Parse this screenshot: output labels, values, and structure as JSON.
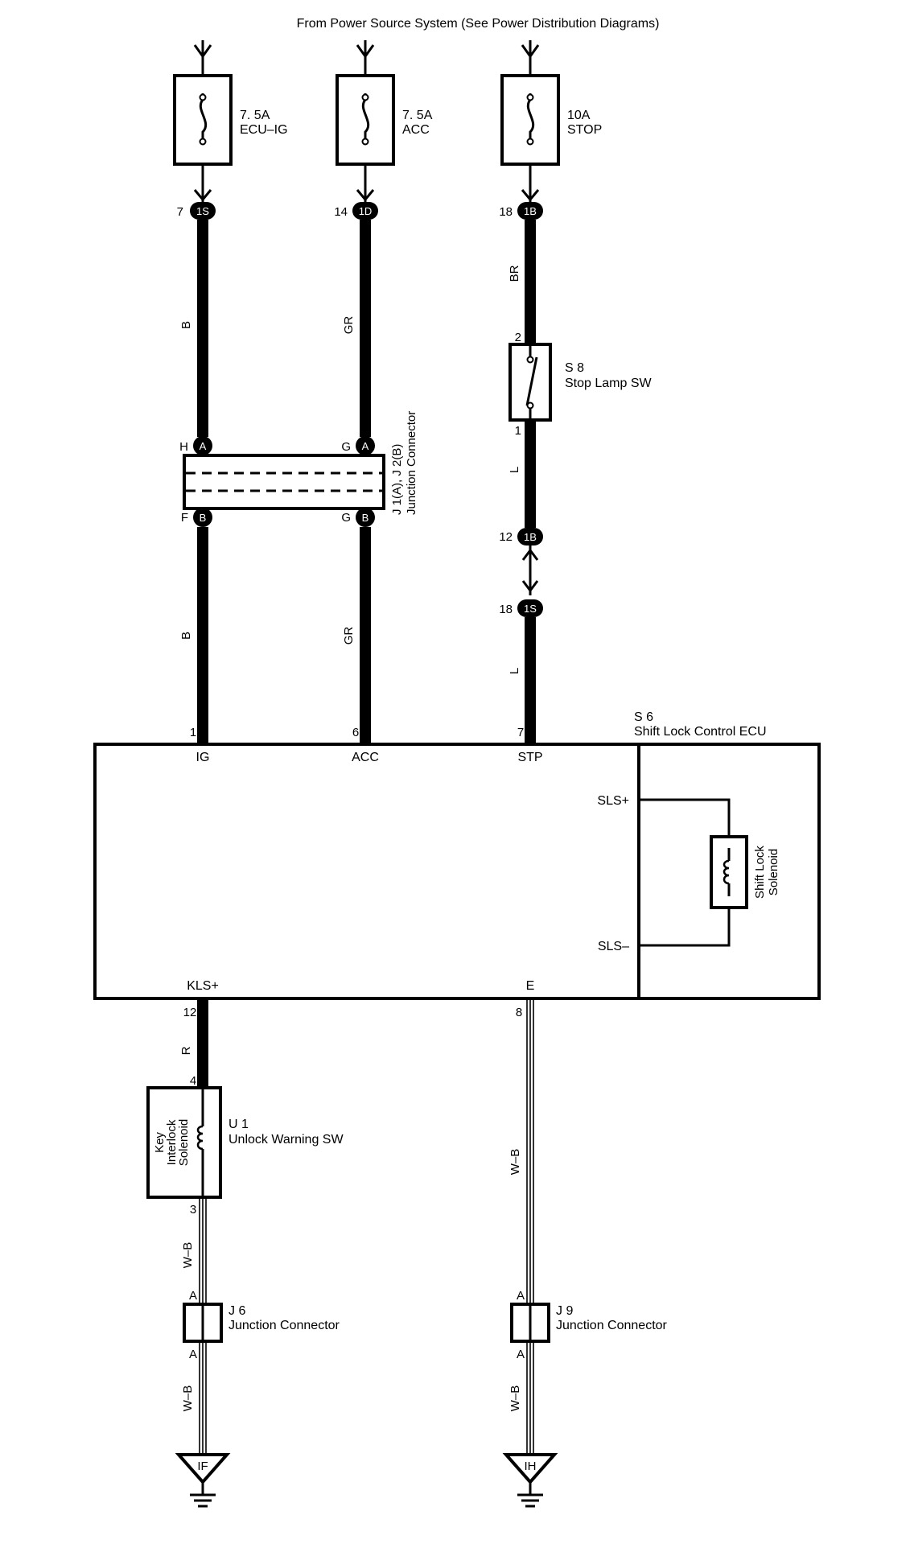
{
  "header": {
    "title": "From Power Source System (See Power Distribution Diagrams)"
  },
  "fuses": [
    {
      "rating": "7. 5A",
      "name": "ECU–IG"
    },
    {
      "rating": "7. 5A",
      "name": "ACC"
    },
    {
      "rating": "10A",
      "name": "STOP"
    }
  ],
  "connectors": {
    "c1": {
      "pin": "7",
      "id": "1S"
    },
    "c2": {
      "pin": "14",
      "id": "1D"
    },
    "c3": {
      "pin": "18",
      "id": "1B"
    },
    "c4": {
      "pin": "12",
      "id": "1B"
    },
    "c5": {
      "pin": "18",
      "id": "1S"
    },
    "j1_top_left": {
      "pin": "H",
      "id": "A"
    },
    "j1_top_right": {
      "pin": "G",
      "id": "A"
    },
    "j1_bottom_left": {
      "pin": "F",
      "id": "B"
    },
    "j1_bottom_right": {
      "pin": "G",
      "id": "B"
    }
  },
  "wire_colors": {
    "col1_upper": "B",
    "col1_lower": "B",
    "col2_upper": "GR",
    "col2_lower": "GR",
    "col3_upper": "BR",
    "col3_mid": "L",
    "col3_lower": "L",
    "kls_wire": "R",
    "u1_out": "W–B",
    "j6_out": "W–B",
    "e_wire": "W–B",
    "j9_out": "W–B"
  },
  "junction_j1": {
    "ref": "J 1(A), J 2(B)",
    "name": "Junction Connector"
  },
  "stop_lamp_sw": {
    "ref": "S 8",
    "name": "Stop Lamp SW",
    "pin_top": "2",
    "pin_bottom": "1"
  },
  "ecu": {
    "ref": "S 6",
    "name": "Shift Lock Control ECU",
    "terminals": {
      "ig": {
        "pin": "1",
        "label": "IG"
      },
      "acc": {
        "pin": "6",
        "label": "ACC"
      },
      "stp": {
        "pin": "7",
        "label": "STP"
      },
      "kls": {
        "pin": "12",
        "label": "KLS+"
      },
      "e": {
        "pin": "8",
        "label": "E"
      },
      "sls_plus": "SLS+",
      "sls_minus": "SLS–"
    },
    "solenoid": [
      "Shift Lock",
      "Solenoid"
    ]
  },
  "unlock_sw": {
    "ref": "U 1",
    "name": "Unlock Warning SW",
    "solenoid": [
      "Key",
      "Interlock",
      "Solenoid"
    ],
    "pin_top": "4",
    "pin_bottom": "3"
  },
  "j6": {
    "ref": "J 6",
    "name": "Junction Connector",
    "pin_top": "A",
    "pin_bottom": "A"
  },
  "j9": {
    "ref": "J 9",
    "name": "Junction Connector",
    "pin_top": "A",
    "pin_bottom": "A"
  },
  "grounds": [
    {
      "label": "IF"
    },
    {
      "label": "IH"
    }
  ]
}
